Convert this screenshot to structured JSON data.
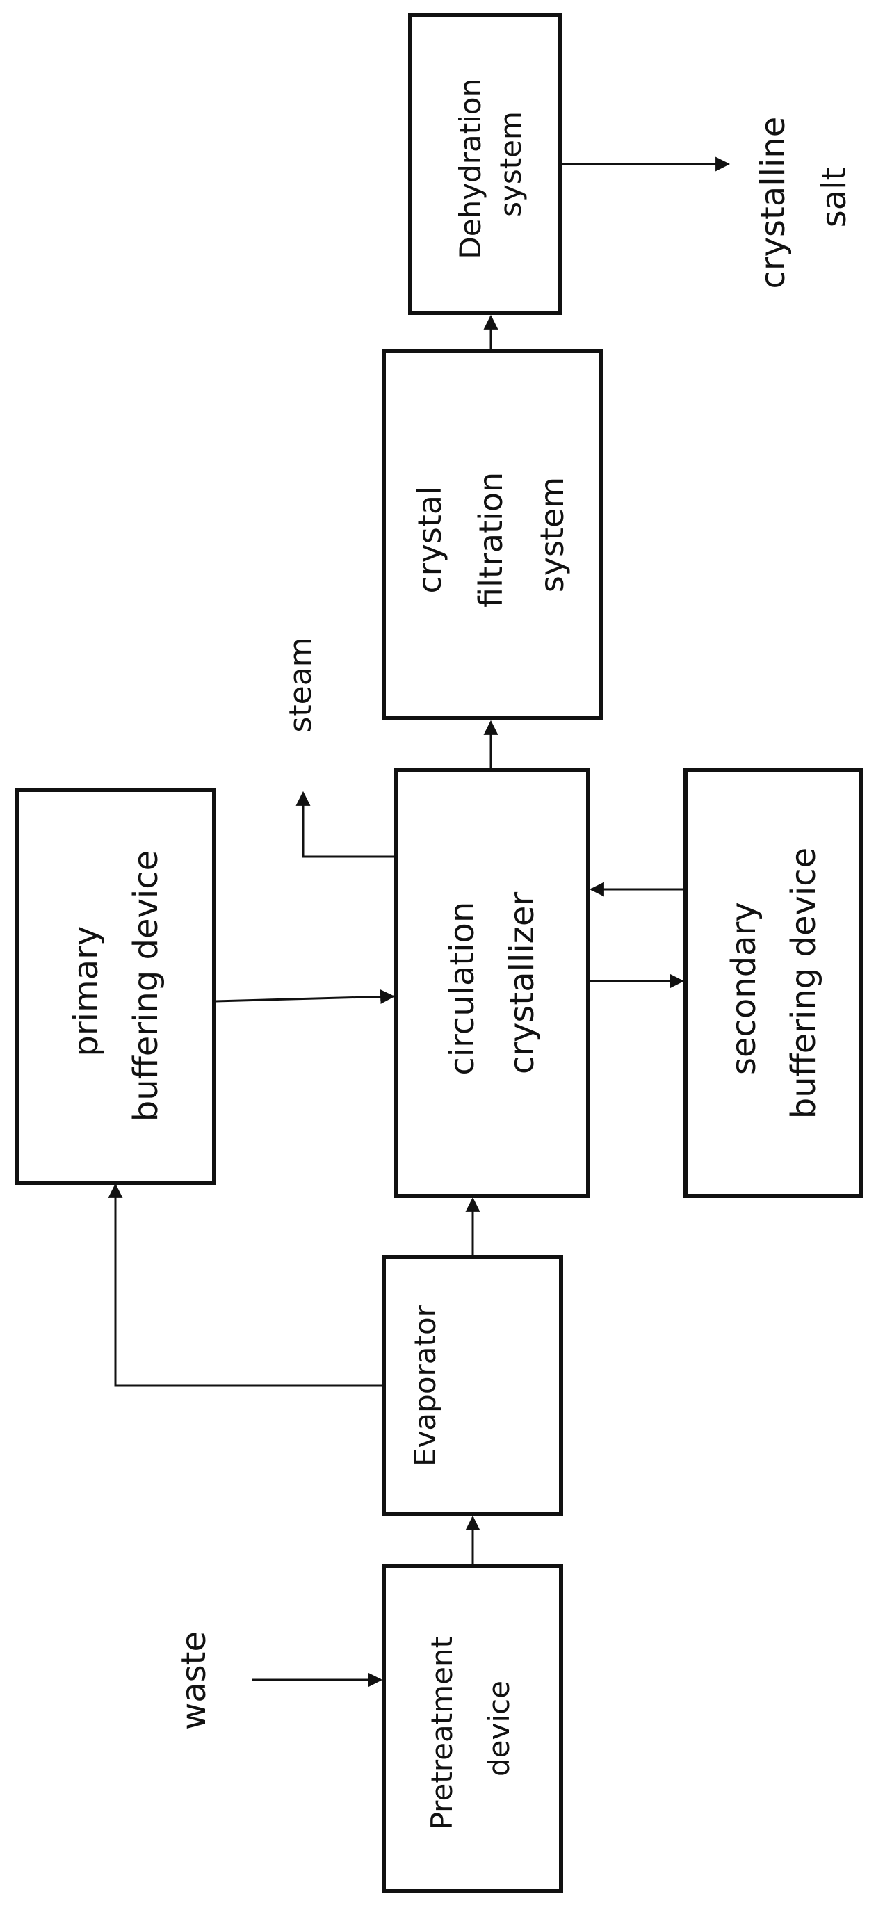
{
  "nodes": {
    "dehydration": [
      "Dehydration",
      "system"
    ],
    "crystal_filtration": [
      "crystal",
      "filtration",
      "system"
    ],
    "circulation": [
      "circulation",
      "crystallizer"
    ],
    "primary_buffer": [
      "primary",
      "buffering device"
    ],
    "secondary_buffer": [
      "secondary",
      "buffering device"
    ],
    "evaporator": [
      "Evaporator"
    ],
    "pretreatment": [
      "Pretreatment",
      "device"
    ]
  },
  "labels": {
    "waste": "waste",
    "steam": "steam",
    "crystalline_salt": [
      "crystalline",
      "salt"
    ]
  }
}
